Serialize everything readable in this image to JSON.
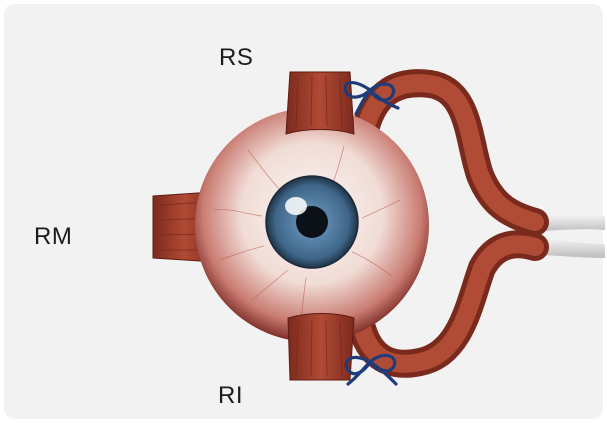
{
  "labels": {
    "rs": "RS",
    "rm": "RM",
    "ri": "RI"
  },
  "colors": {
    "background": "#f2f2f2",
    "muscle": "#9b3b2a",
    "muscle_dark": "#6e2418",
    "sclera": "#f4e9e6",
    "sclera_edge": "#8a3a32",
    "iris": "#4a6f8e",
    "suture": "#1f3c7a",
    "tendon": "#d9d9d9"
  }
}
